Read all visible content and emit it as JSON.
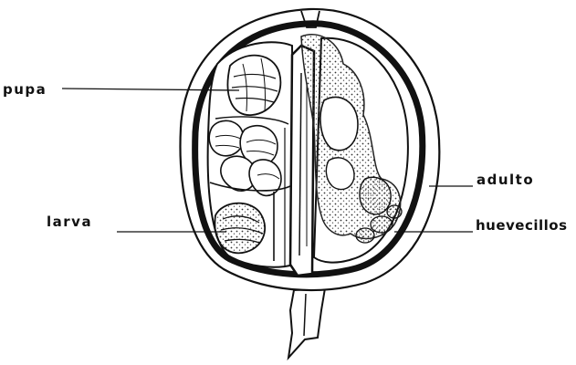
{
  "labels": {
    "pupa": "pupa",
    "larva": "larva",
    "adulto": "adulto",
    "huevecillos": "huevecillos"
  },
  "colors": {
    "ink": "#111111",
    "paper": "#ffffff"
  }
}
